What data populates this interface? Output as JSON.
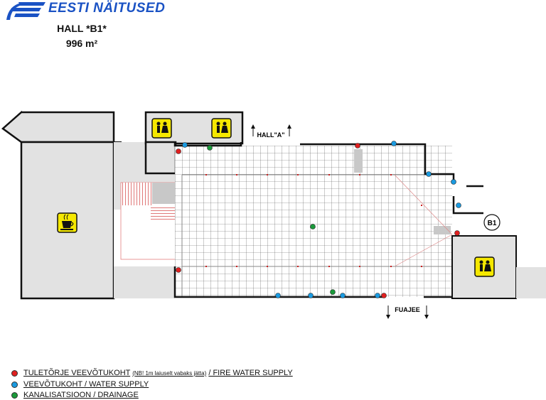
{
  "logo": {
    "text": "EESTI NÄITUSED"
  },
  "hall": {
    "name": "HALL *B1*",
    "area": "996 m²"
  },
  "labels": {
    "hall_a": "HALL\"A\"",
    "fuajee": "FUAJEE",
    "b1": "B1"
  },
  "legend": {
    "fire": {
      "main": "TULETÕRJE VEEVÕTUKOHT",
      "note": "(NB! 1m laiuselt vabaks jätta)",
      "suffix": "/ FIRE WATER SUPPLY",
      "color": "#e02020"
    },
    "water": {
      "text": "VEEVÕTUKOHT / WATER SUPPLY",
      "color": "#1a9ae0"
    },
    "drain": {
      "text": "KANALISATSIOON / DRAINAGE",
      "color": "#1a9a3a"
    }
  },
  "icons": [
    "restroom-icon",
    "coffee-icon",
    "arrow-icon"
  ]
}
